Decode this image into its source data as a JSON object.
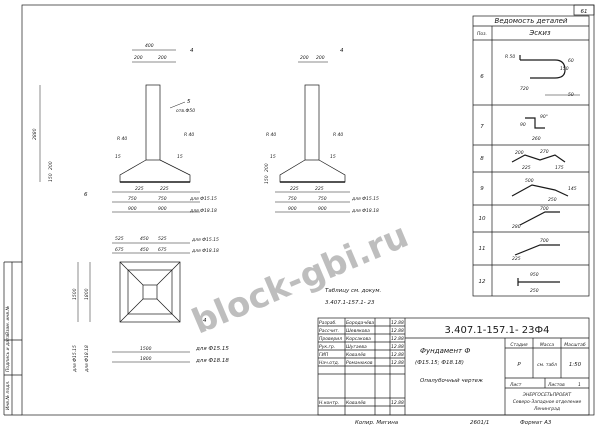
{
  "sheet_number": "61",
  "details_title": "Ведомость деталей",
  "details_header": {
    "pos": "Поз.",
    "sketch": "Эскиз"
  },
  "details_rows": [
    {
      "pos": "6",
      "dims": [
        "R 50",
        "720",
        "150",
        "60",
        "50"
      ]
    },
    {
      "pos": "7",
      "dims": [
        "90",
        "260",
        "90°"
      ]
    },
    {
      "pos": "8",
      "dims": [
        "200",
        "270",
        "225",
        "175"
      ]
    },
    {
      "pos": "9",
      "dims": [
        "500",
        "250",
        "145"
      ]
    },
    {
      "pos": "10",
      "dims": [
        "700",
        "280"
      ]
    },
    {
      "pos": "11",
      "dims": [
        "700",
        "225"
      ]
    },
    {
      "pos": "12",
      "dims": [
        "950",
        "250"
      ]
    }
  ],
  "left_view": {
    "top_dims": [
      "400",
      "200",
      "200"
    ],
    "callouts": [
      "4",
      "5",
      "отв.Ф50",
      "R 40",
      "R 40",
      "15",
      "15",
      "6"
    ],
    "height": "2880",
    "side_dims": [
      "200",
      "150"
    ],
    "base_dims": [
      "225",
      "225",
      "750",
      "750",
      "900",
      "900"
    ],
    "notes": [
      "для Ф15.15",
      "для Ф18.18"
    ]
  },
  "right_view": {
    "top_dims": [
      "200",
      "200"
    ],
    "callouts": [
      "4",
      "R 40",
      "R 40",
      "15",
      "15"
    ],
    "side_dims": [
      "200",
      "150"
    ],
    "base_dims": [
      "225",
      "225",
      "750",
      "750",
      "900",
      "900"
    ],
    "notes": [
      "для Ф15.15",
      "для Ф18.18"
    ]
  },
  "plan_view": {
    "top_dims_1": [
      "525",
      "450",
      "525"
    ],
    "top_dims_2": [
      "675",
      "450",
      "675"
    ],
    "notes_top": [
      "для Ф15.15",
      "для Ф18.18"
    ],
    "side_dims": [
      "1500",
      "1800"
    ],
    "side_notes": [
      "для Ф15.15",
      "для Ф18.18"
    ],
    "callout": "4",
    "bottom_dims": [
      "1500",
      "1800"
    ],
    "notes_bottom": [
      "для Ф15.15",
      "для Ф18.18"
    ]
  },
  "table_ref": [
    "Таблицу см. докум.",
    "3.407.1-157.1- 23"
  ],
  "title_block": {
    "doc_code": "3.407.1-157.1- 23Ф4",
    "roles": [
      {
        "role": "Разраб.",
        "name": "Бородачёва",
        "date": "12.88"
      },
      {
        "role": "Рассчит.",
        "name": "Шевякова",
        "date": "12.88"
      },
      {
        "role": "Проверил",
        "name": "Корсакова",
        "date": "12.88"
      },
      {
        "role": "Рук.гр.",
        "name": "Шугаева",
        "date": "12.88"
      },
      {
        "role": "ГИП",
        "name": "Ковалёв",
        "date": "12.88"
      },
      {
        "role": "Нач.отд.",
        "name": "Романюков",
        "date": "12.88"
      },
      {
        "role": "Н.контр.",
        "name": "Ковалёв",
        "date": "12.88"
      }
    ],
    "object_name": [
      "Фундамент Ф",
      "(Ф15.15; Ф18.18)"
    ],
    "drawing_name": "Опалубочный чертеж",
    "stage_label": "Стадия",
    "mass_label": "Масса",
    "scale_label": "Масштаб",
    "stage": "Р",
    "mass": "см. табл",
    "scale": "1:50",
    "sheet_label": "Лист",
    "sheets_label": "Листов",
    "sheets": "1",
    "org": [
      "ЭНЕРГОСЕТЬПРОЕКТ",
      "Северо-Западное отделение",
      "Ленинград"
    ]
  },
  "left_margin": [
    "Инв.№ подл.",
    "Подпись и дата",
    "Взам. инв.№"
  ],
  "copier": "Копир. Мигина",
  "format": "Формат А3",
  "footer_number": "2601/1",
  "watermark": "block-gbi.ru"
}
